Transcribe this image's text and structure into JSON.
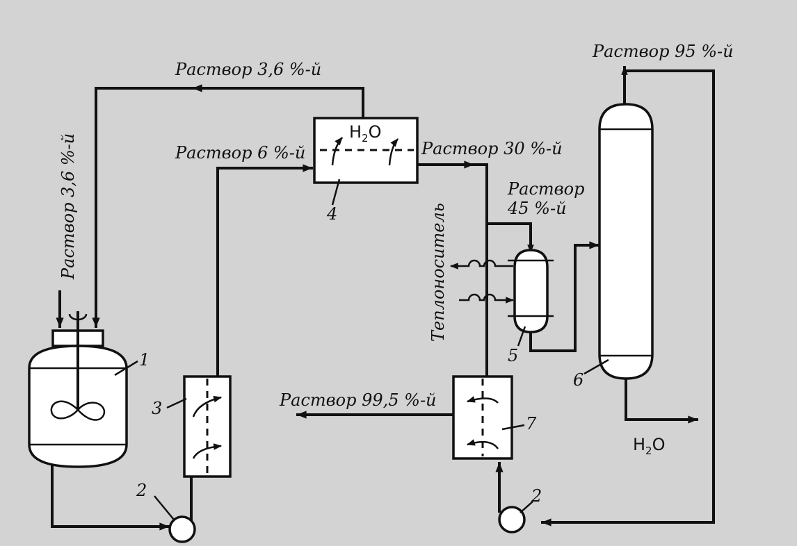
{
  "streams": {
    "recycle_36": "Раствор 3,6 %-й",
    "feed_36": "Раствор 3,6 %-й",
    "solution_6": "Раствор 6 %-й",
    "solution_30": "Раствор 30 %-й",
    "solution_45_line1": "Раствор",
    "solution_45_line2": "45 %-й",
    "solution_95": "Раствор 95 %-й",
    "solution_995": "Раствор 99,5 %-й",
    "heat_carrier": "Теплоноситель"
  },
  "water": {
    "main": "H",
    "sub": "2",
    "tail": "O"
  },
  "equipment_numbers": {
    "reactor": "1",
    "pump_left": "2",
    "pump_right": "2",
    "membrane_3": "3",
    "membrane_4": "4",
    "heater_5": "5",
    "column_6": "6",
    "membrane_7": "7"
  }
}
